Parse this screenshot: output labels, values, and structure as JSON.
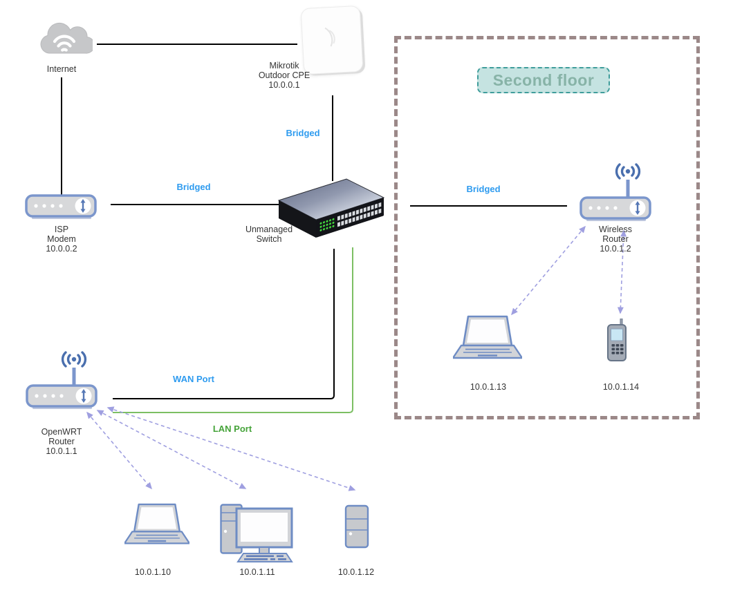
{
  "zone": {
    "label": "Second floor"
  },
  "nodes": {
    "internet": {
      "label": "Internet"
    },
    "cpe": {
      "name1": "Mikrotik",
      "name2": "Outdoor CPE",
      "ip": "10.0.0.1"
    },
    "isp": {
      "name1": "ISP",
      "name2": "Modem",
      "ip": "10.0.0.2"
    },
    "switch": {
      "name1": "Unmanaged",
      "name2": "Switch"
    },
    "wrouter": {
      "name1": "Wireless",
      "name2": "Router",
      "ip": "10.0.1.2"
    },
    "owrt": {
      "name1": "OpenWRT",
      "name2": "Router",
      "ip": "10.0.1.1"
    },
    "laptop2f": {
      "ip": "10.0.1.13"
    },
    "phone2f": {
      "ip": "10.0.1.14"
    },
    "laptop1f": {
      "ip": "10.0.1.10"
    },
    "desktop1f": {
      "ip": "10.0.1.11"
    },
    "server1f": {
      "ip": "10.0.1.12"
    }
  },
  "edges": {
    "cpe_switch": "Bridged",
    "modem_switch": "Bridged",
    "switch_wrouter": "Bridged",
    "wan": "WAN Port",
    "lan": "LAN Port"
  },
  "colors": {
    "wire": "#000000",
    "lan_wire": "#7cbf63",
    "wireless_link": "#9f9fe0",
    "label_blue": "#2e9bef",
    "label_green": "#45a339",
    "zone_border": "#9b8888",
    "zone_label_bg": "#c5e3e1",
    "zone_label_border": "#3f9d9b",
    "zone_label_text": "#87b3a7",
    "device_border": "#7b96cc",
    "device_fill": "#d7d8da"
  }
}
